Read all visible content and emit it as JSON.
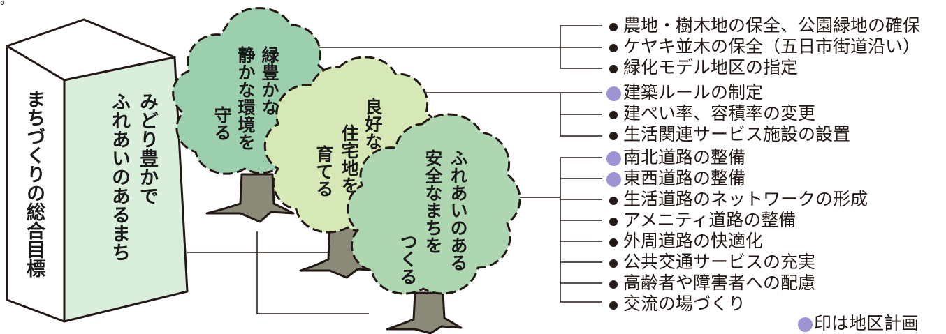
{
  "corner_mark": "。",
  "pillar": {
    "side_label": "まちづくりの総合目標",
    "front_label_line1": "みどり豊かで",
    "front_label_line2": "ふれあいのあるまち"
  },
  "trees": [
    {
      "id": "green",
      "lines": [
        "緑豊かな",
        "静かな環境を",
        "守る"
      ]
    },
    {
      "id": "housing",
      "lines": [
        "良好な",
        "住宅地を",
        "育てる"
      ]
    },
    {
      "id": "safety",
      "lines": [
        "ふれあいのある",
        "安全なまちを",
        "つくる"
      ]
    }
  ],
  "groups": [
    {
      "tree": "green",
      "items": [
        {
          "text": "農地・樹木地の保全、公園緑地の確保",
          "district_plan": false
        },
        {
          "text": "ケヤキ並木の保全（五日市街道沿い）",
          "district_plan": false
        },
        {
          "text": "緑化モデル地区の指定",
          "district_plan": false
        }
      ]
    },
    {
      "tree": "housing",
      "items": [
        {
          "text": "建築ルールの制定",
          "district_plan": true
        },
        {
          "text": "建ぺい率、容積率の変更",
          "district_plan": false
        },
        {
          "text": "生活関連サービス施設の設置",
          "district_plan": false
        }
      ]
    },
    {
      "tree": "safety",
      "items": [
        {
          "text": "南北道路の整備",
          "district_plan": true
        },
        {
          "text": "東西道路の整備",
          "district_plan": true
        },
        {
          "text": "生活道路のネットワークの形成",
          "district_plan": false
        },
        {
          "text": "アメニティ道路の整備",
          "district_plan": false
        },
        {
          "text": "外周道路の快適化",
          "district_plan": false
        },
        {
          "text": "公共交通サービスの充実",
          "district_plan": false
        },
        {
          "text": "高齢者や障害者への配慮",
          "district_plan": false
        },
        {
          "text": "交流の場づくり",
          "district_plan": false
        }
      ]
    }
  ],
  "legend": {
    "text": "印は地区計画"
  },
  "colors": {
    "district_plan_marker": "#9f94d3",
    "tree_green_fill": "#9ccfae",
    "tree_housing_fill": "#d6e8b5",
    "tree_safety_fill": "#aed6b1",
    "pillar_front_fill": "#d9eedb",
    "trunk_fill": "#8a8a78",
    "line_color": "#231815"
  }
}
